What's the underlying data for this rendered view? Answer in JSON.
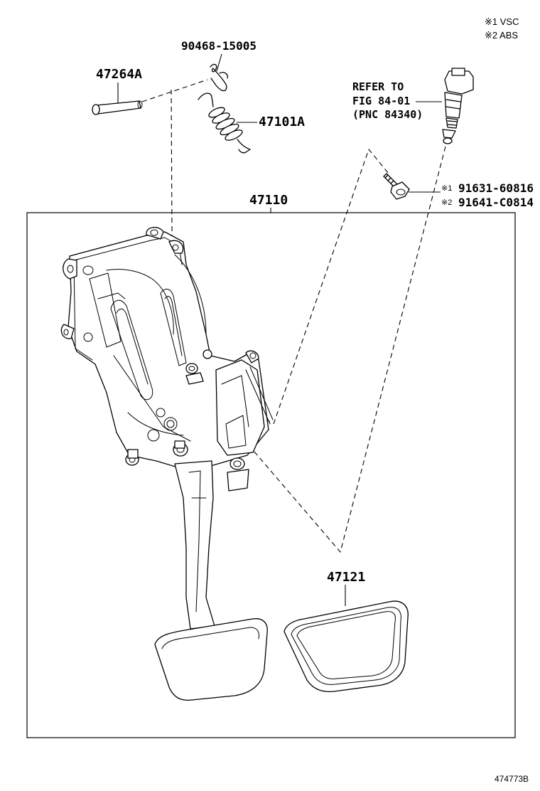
{
  "notes": {
    "note1": "※1 VSC",
    "note2": "※2 ABS"
  },
  "callouts": {
    "clip": "90468-15005",
    "pin": "47264A",
    "spring": "47101A",
    "refer_line1": "REFER TO",
    "refer_line2": "FIG 84-01",
    "refer_line3": "(PNC 84340)",
    "bolt_mark1": "※1",
    "bolt_pn1": "91631-60816",
    "bolt_mark2": "※2",
    "bolt_pn2": "91641-C0814",
    "bracket_assembly": "47110",
    "pedal_pad": "47121"
  },
  "figure_id": "474773B"
}
